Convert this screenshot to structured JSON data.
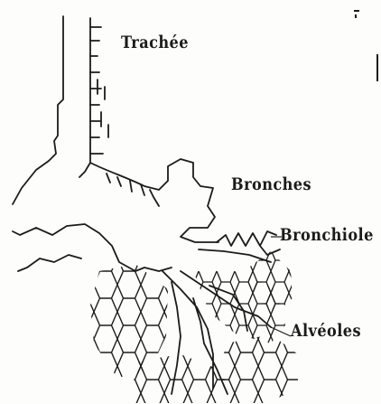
{
  "labels": {
    "trachee": "Trachée",
    "bronches": "Bronches",
    "bronchiole": "Bronchiole",
    "alveoles": "Alvéoles"
  },
  "colors": {
    "ink": "#1b1b1b",
    "paper": "#fdfdfb"
  }
}
